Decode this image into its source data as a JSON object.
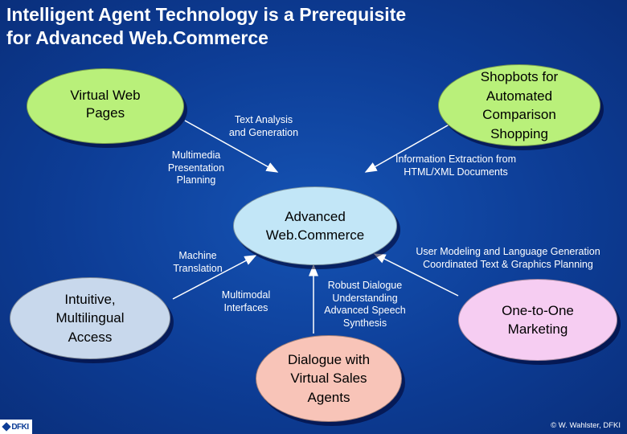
{
  "title": {
    "line1": "Intelligent Agent Technology is a Prerequisite",
    "line2": "for Advanced Web.Commerce"
  },
  "nodes": {
    "virtual_web_pages": [
      "Virtual Web",
      "Pages"
    ],
    "shopbots": [
      "Shopbots for",
      "Automated",
      "Comparison",
      "Shopping"
    ],
    "advanced_webcommerce": [
      "Advanced",
      "Web.Commerce"
    ],
    "intuitive_access": [
      "Intuitive,",
      "Multilingual",
      "Access"
    ],
    "one_to_one": [
      "One-to-One",
      "Marketing"
    ],
    "dialogue_sales": [
      "Dialogue with",
      "Virtual Sales",
      "Agents"
    ]
  },
  "labels": {
    "text_analysis": [
      "Text Analysis",
      "and Generation"
    ],
    "multimedia": [
      "Multimedia",
      "Presentation",
      "Planning"
    ],
    "information_extraction": [
      "Information Extraction from",
      "HTML/XML Documents"
    ],
    "machine_translation": [
      "Machine",
      "Translation"
    ],
    "user_modeling": [
      "User Modeling and Language Generation",
      "Coordinated Text & Graphics Planning"
    ],
    "multimodal": [
      "Multimodal",
      "Interfaces"
    ],
    "robust_dialogue": [
      "Robust Dialogue",
      "Understanding",
      "Advanced Speech",
      "Synthesis"
    ]
  },
  "footer": {
    "logo": "DFKI",
    "copyright": "© W. Wahlster, DFKI"
  },
  "colors": {
    "background": "#0d3d96",
    "virtual_web_pages": "#b9f07a",
    "shopbots": "#b9f07a",
    "advanced_webcommerce": "#c2e6f7",
    "intuitive_access": "#c8d8ec",
    "one_to_one": "#f6cdf2",
    "dialogue_sales": "#f8c4b8"
  }
}
